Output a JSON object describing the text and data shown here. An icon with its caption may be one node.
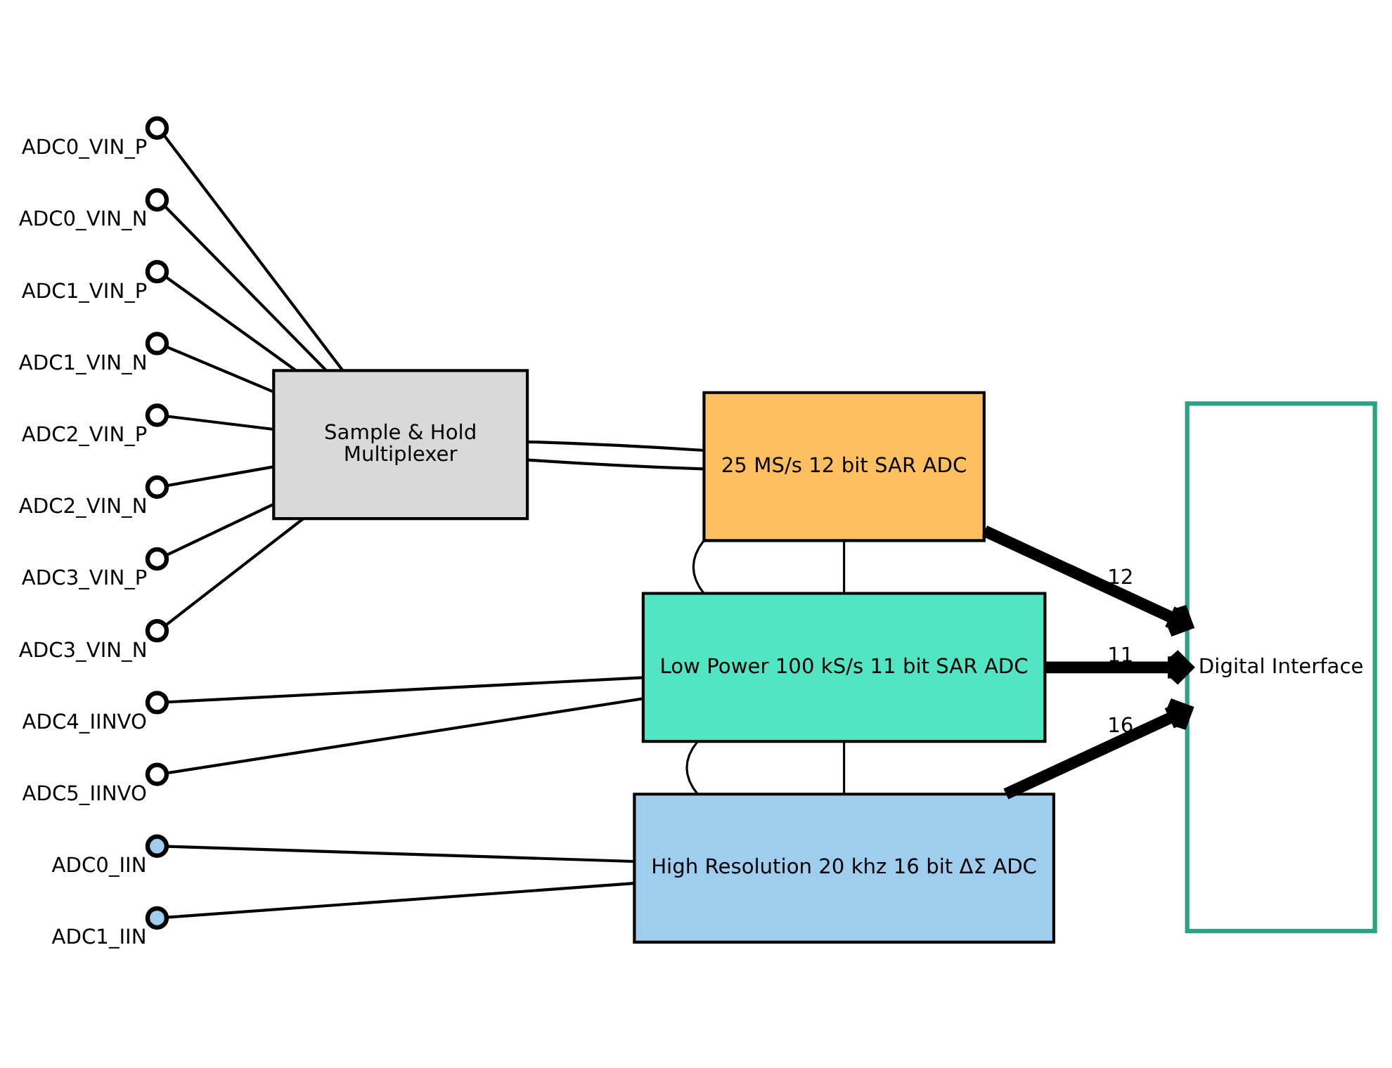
{
  "diagram": {
    "nodes": [
      {
        "text": [],
        "shape": "circle",
        "beside": [
          "ADC0_VIN_P"
        ]
      },
      {
        "text": [],
        "shape": "circle",
        "beside": [
          "ADC0_VIN_N"
        ]
      },
      {
        "text": [],
        "shape": "circle",
        "beside": [
          "ADC1_VIN_P"
        ]
      },
      {
        "text": [],
        "shape": "circle",
        "beside": [
          "ADC1_VIN_N"
        ]
      },
      {
        "text": [],
        "shape": "circle",
        "beside": [
          "ADC2_VIN_P"
        ]
      },
      {
        "text": [],
        "shape": "circle",
        "beside": [
          "ADC2_VIN_N"
        ]
      },
      {
        "text": [],
        "shape": "circle",
        "beside": [
          "ADC3_VIN_P"
        ]
      },
      {
        "text": [],
        "shape": "circle",
        "beside": [
          "ADC3_VIN_N"
        ]
      },
      {
        "text": [
          "Sample & Hold",
          "Multiplexer"
        ]
      },
      {
        "text": [
          "25 MS/s 12 bit SAR ADC"
        ]
      },
      {
        "text": [],
        "shape": "circle",
        "beside": [
          "ADC4_IINVO"
        ]
      },
      {
        "text": [],
        "shape": "circle",
        "beside": [
          "ADC5_IINVO"
        ]
      },
      {
        "text": [
          "Low Power 100 kS/s 11 bit SAR ADC"
        ]
      },
      {
        "text": [],
        "shape": "circle",
        "beside": [
          "ADC0_IIN"
        ]
      },
      {
        "text": [],
        "shape": "circle",
        "beside": [
          "ADC1_IIN"
        ]
      },
      {
        "text": [
          "High Resolution 20 khz 16 bit ΔΣ ADC"
        ]
      },
      {
        "text": [
          "Digital Interface"
        ]
      }
    ],
    "edges": [
      {
        "from": 0,
        "to": 8,
        "arrow": "none"
      },
      {
        "from": 1,
        "to": 8,
        "arrow": "none"
      },
      {
        "from": 2,
        "to": 8,
        "arrow": "none"
      },
      {
        "from": 3,
        "to": 8,
        "arrow": "none"
      },
      {
        "from": 4,
        "to": 8,
        "arrow": "none"
      },
      {
        "from": 5,
        "to": 8,
        "arrow": "none"
      },
      {
        "from": 6,
        "to": 8,
        "arrow": "none"
      },
      {
        "from": 7,
        "to": 8,
        "arrow": "none"
      },
      {
        "from": 8,
        "to": 9,
        "arrow": "none"
      },
      {
        "from": 8,
        "to": 9,
        "arrow": "none"
      },
      {
        "from": 10,
        "to": 12,
        "arrow": "none"
      },
      {
        "from": 11,
        "to": 12,
        "arrow": "none"
      },
      {
        "from": 13,
        "to": 15,
        "arrow": "none"
      },
      {
        "from": 14,
        "to": 15,
        "arrow": "none"
      },
      {
        "from": 9,
        "to": 12,
        "arrow": "none"
      },
      {
        "from": 9,
        "to": 12,
        "arrow": "none"
      },
      {
        "from": 12,
        "to": 15,
        "arrow": "none"
      },
      {
        "from": 12,
        "to": 15,
        "arrow": "none"
      },
      {
        "from": 9,
        "to": 16,
        "arrow": "to",
        "label": "12",
        "style": "thick"
      },
      {
        "from": 12,
        "to": 16,
        "arrow": "to",
        "label": "11",
        "style": "thick"
      },
      {
        "from": 15,
        "to": 16,
        "arrow": "to",
        "label": "16",
        "style": "thick"
      }
    ]
  }
}
